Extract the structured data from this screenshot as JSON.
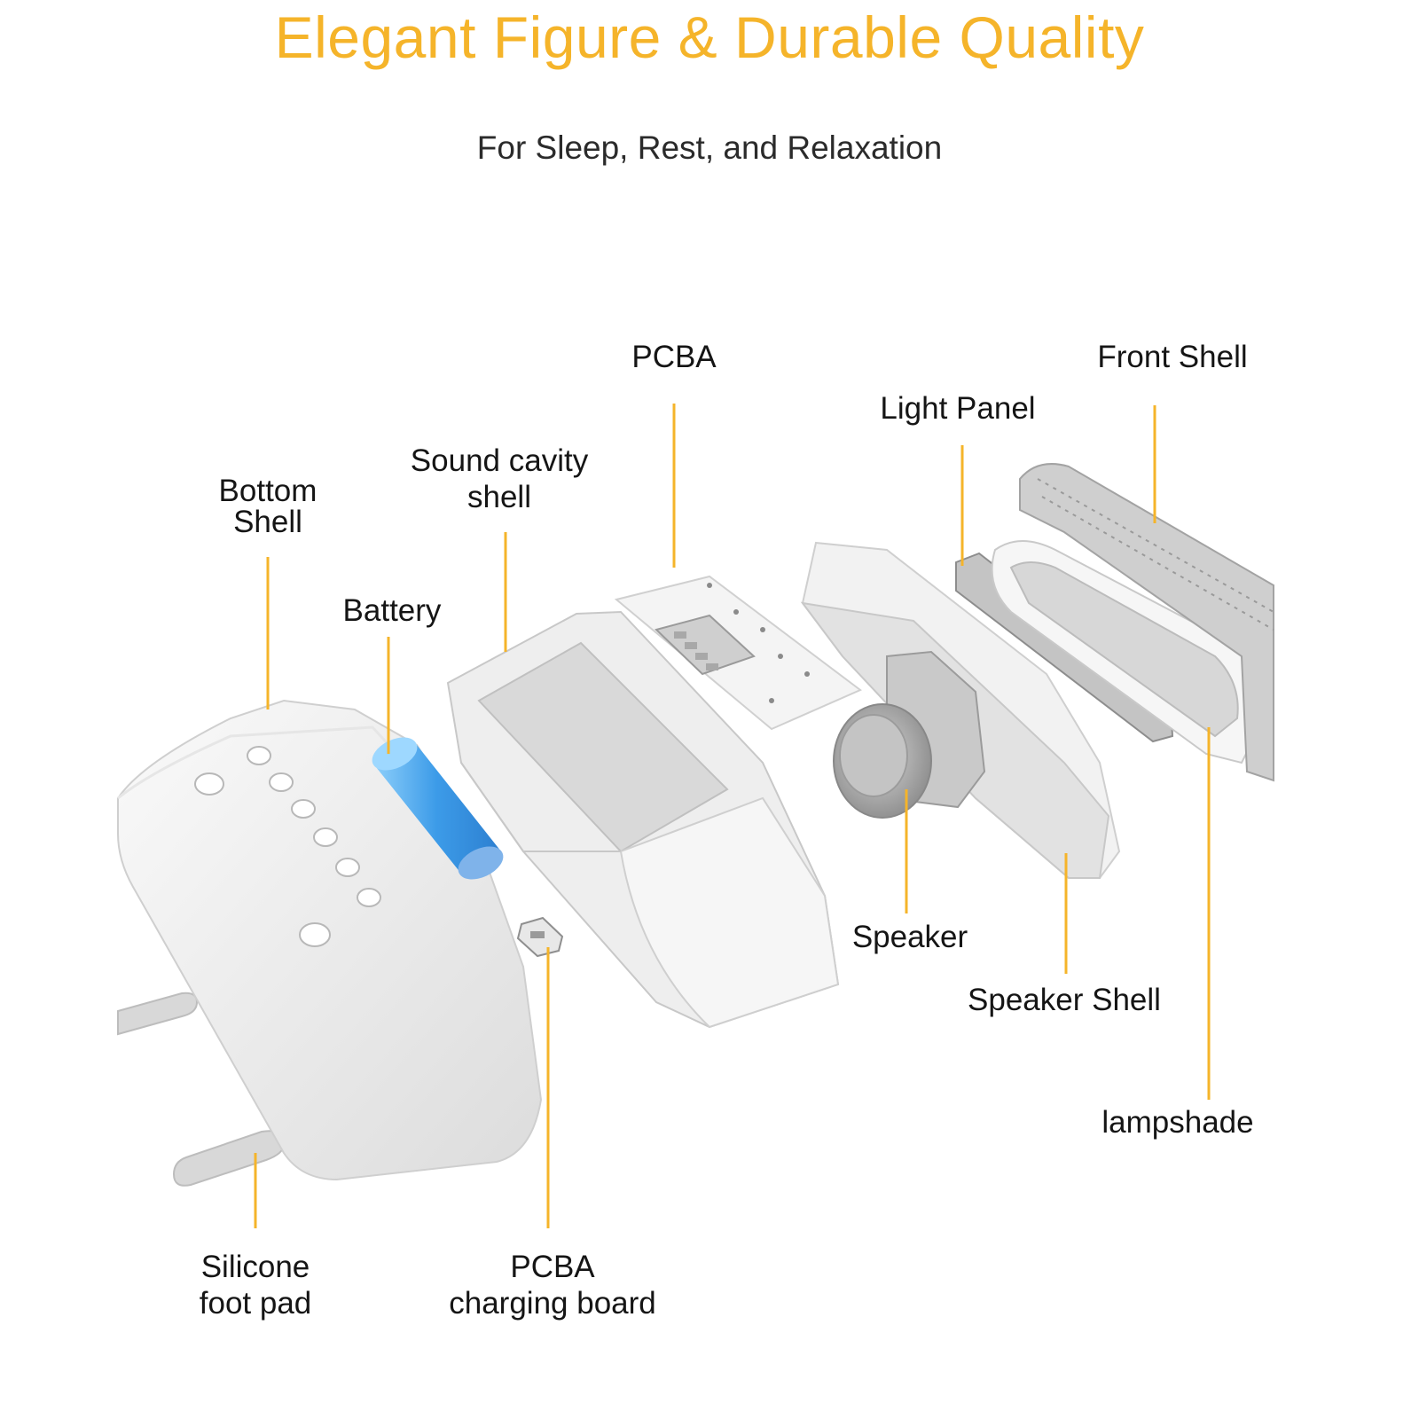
{
  "header": {
    "title": "Elegant Figure & Durable Quality",
    "subtitle": "For Sleep, Rest, and Relaxation"
  },
  "colors": {
    "title": "#f5b42a",
    "leader": "#f5b42a",
    "battery": "#4a9fe6",
    "text": "#151515"
  },
  "labels": {
    "pcba": "PCBA",
    "front_shell": "Front Shell",
    "light_panel": "Light Panel",
    "sound_cavity": [
      "Sound cavity",
      "shell"
    ],
    "bottom_shell": [
      "Bottom",
      "Shell"
    ],
    "battery": "Battery",
    "speaker": "Speaker",
    "speaker_shell": "Speaker Shell",
    "lampshade": "lampshade",
    "silicone": [
      "Silicone",
      "foot pad"
    ],
    "pcba_charging": [
      "PCBA",
      "charging board"
    ]
  }
}
